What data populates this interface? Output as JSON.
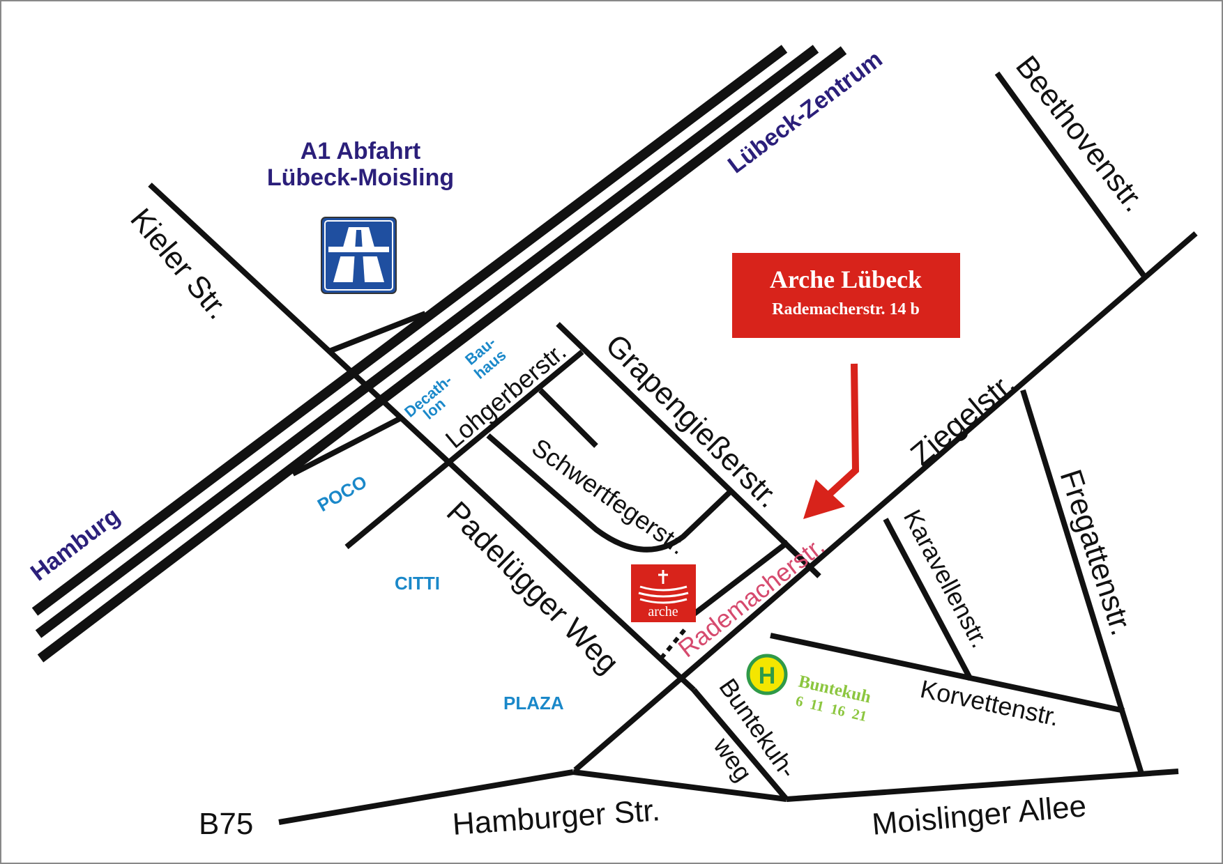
{
  "colors": {
    "road": "#111111",
    "highway_direction": "#2b1f7a",
    "shop": "#1a88c9",
    "destination_box": "#d8231b",
    "arrow": "#d8231b",
    "rademacher_label": "#d64a6e",
    "bus_stop": "#8cc63f",
    "bus_stop_ring": "#2f9a48",
    "autobahn_sign": "#1f4fa0"
  },
  "header": {
    "exit_line1": "A1 Abfahrt",
    "exit_line2": "Lübeck-Moisling",
    "autobahn_icon": "autobahn-sign-icon"
  },
  "destination": {
    "title": "Arche Lübeck",
    "address": "Rademacherstr. 14 b"
  },
  "highway_directions": {
    "north": "Lübeck-Zentrum",
    "south": "Hamburg"
  },
  "streets": {
    "kieler": "Kieler Str.",
    "beethoven": "Beethovenstr.",
    "lohgerber": "Lohgerberstr.",
    "grapengiesser": "Grapengießerstr.",
    "schwertfeger": "Schwertfegerstr.",
    "ziegel": "Ziegelstr.",
    "padeluegger": "Padelügger Weg",
    "rademacher": "Rademacherstr.",
    "karavellen": "Karavellenstr.",
    "fregatten": "Fregattenstr.",
    "korvetten": "Korvettenstr.",
    "buntekuh_weg_1": "Buntekuh-",
    "buntekuh_weg_2": "weg",
    "b75": "B75",
    "hamburger": "Hamburger Str.",
    "moislinger": "Moislinger Allee"
  },
  "shops": {
    "decathlon_1": "Decath-",
    "decathlon_2": "lon",
    "bauhaus_1": "Bau-",
    "bauhaus_2": "haus",
    "poco": "POCO",
    "citti": "CITTI",
    "plaza": "PLAZA"
  },
  "arche_logo": {
    "text": "arche",
    "icon": "cross-icon"
  },
  "bus_stop": {
    "symbol": "H",
    "name": "Buntekuh",
    "lines": "6  11  16  21"
  }
}
